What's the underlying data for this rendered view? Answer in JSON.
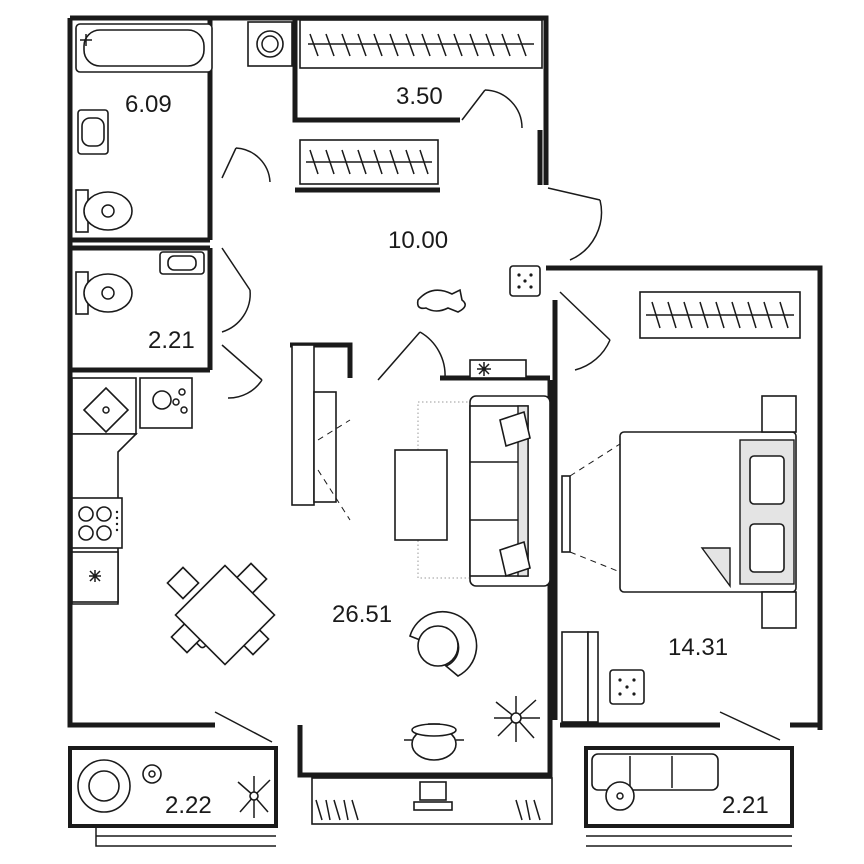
{
  "plan": {
    "rooms": {
      "bathroom": "6.09",
      "wardrobe": "3.50",
      "hallway": "10.00",
      "toilet": "2.21",
      "living_kitchen": "26.51",
      "bedroom": "14.31",
      "loggia_left": "2.22",
      "loggia_right": "2.21"
    }
  }
}
